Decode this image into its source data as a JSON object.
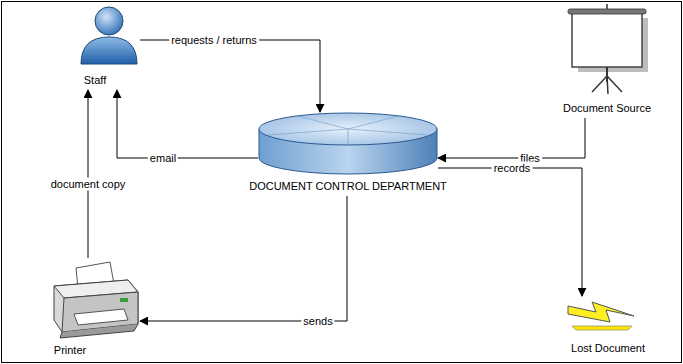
{
  "diagram": {
    "nodes": [
      {
        "text": [
          "Staff"
        ]
      },
      {
        "text": [
          "Document Source"
        ]
      },
      {
        "text": [
          "DOCUMENT CONTROL DEPARTMENT"
        ]
      },
      {
        "text": [
          "Printer"
        ]
      },
      {
        "text": [
          "Lost Document"
        ]
      }
    ],
    "edges": [
      {
        "from": 0,
        "to": 2,
        "label": "requests / returns",
        "arrow": "to"
      },
      {
        "from": 2,
        "to": 0,
        "label": "email",
        "arrow": "to"
      },
      {
        "from": 1,
        "to": 2,
        "label": "files",
        "arrow": "to"
      },
      {
        "from": 2,
        "to": 4,
        "label": "records",
        "arrow": "to"
      },
      {
        "from": 2,
        "to": 3,
        "label": "sends",
        "arrow": "to"
      },
      {
        "from": 3,
        "to": 0,
        "label": "document copy",
        "arrow": "to"
      }
    ]
  }
}
